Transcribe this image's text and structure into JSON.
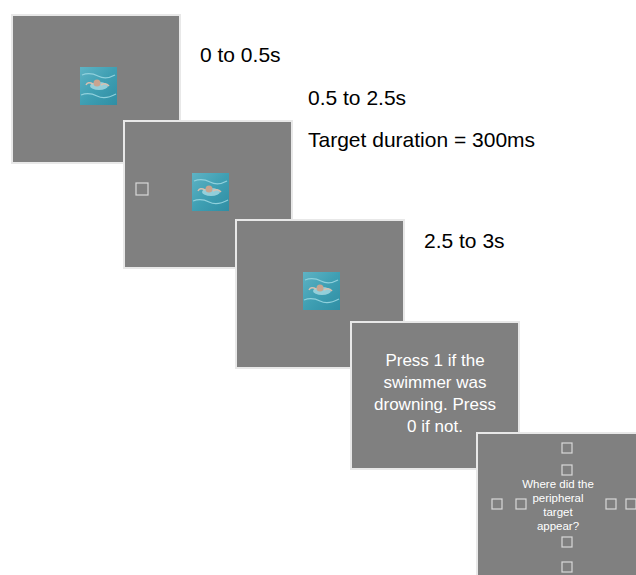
{
  "diagram": {
    "nodes": [
      {
        "text": [
          "Press 1 if the swimmer was drowning. Press 0 if not."
        ]
      },
      {
        "text": [
          "Where did the peripheral target appear?"
        ]
      }
    ],
    "labels": [
      "0 to 0.5s",
      "0.5 to 2.5s",
      "Target duration = 300ms",
      "2.5 to 3s"
    ]
  }
}
